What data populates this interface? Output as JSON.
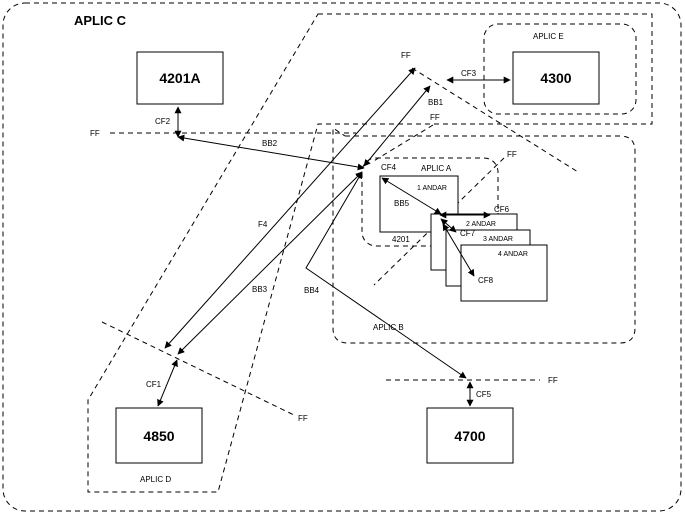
{
  "labels": {
    "aplic_c": "APLIC C",
    "aplic_e": "APLIC E",
    "aplic_a": "APLIC A",
    "aplic_b": "APLIC B",
    "aplic_d": "APLIC D",
    "node_4201a": "4201A",
    "node_4300": "4300",
    "node_4850": "4850",
    "node_4700": "4700",
    "node_4201": "4201",
    "andar_1": "1 ANDAR",
    "andar_2": "2 ANDAR",
    "andar_3": "3 ANDAR",
    "andar_4": "4 ANDAR",
    "cf1": "CF1",
    "cf2": "CF2",
    "cf3": "CF3",
    "cf4": "CF4",
    "cf5": "CF5",
    "cf6": "CF6",
    "cf7": "CF7",
    "cf8": "CF8",
    "bb1": "BB1",
    "bb2": "BB2",
    "bb3": "BB3",
    "bb4": "BB4",
    "bb5": "BB5",
    "f4": "F4",
    "ff": "FF"
  }
}
